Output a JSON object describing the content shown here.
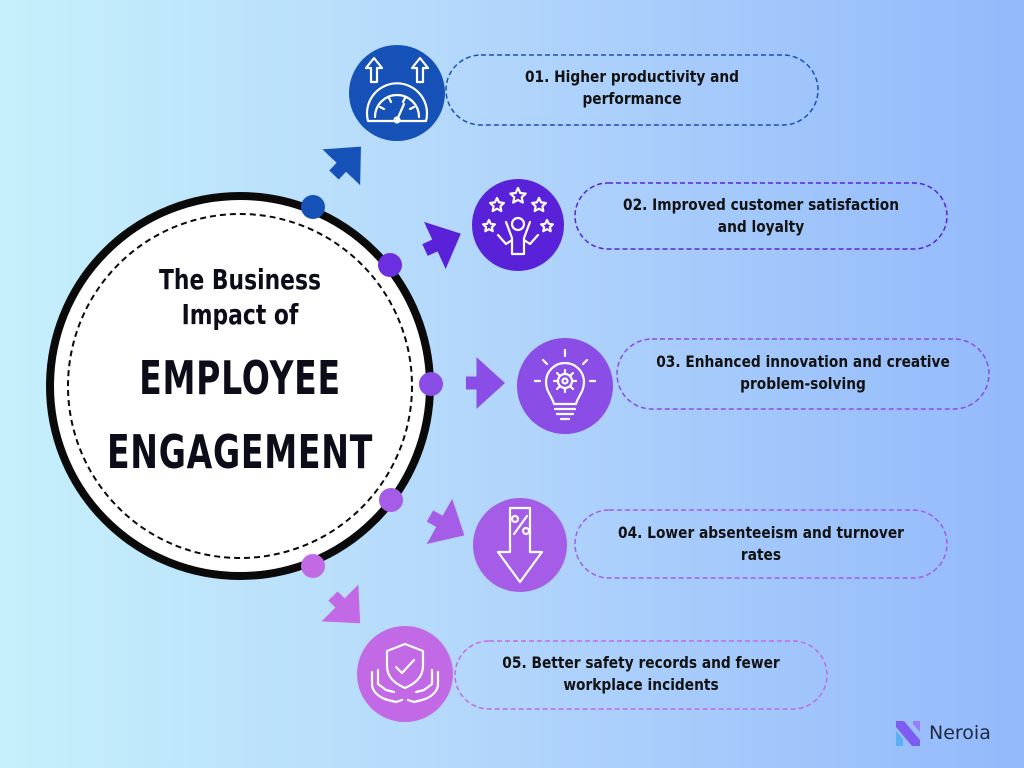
{
  "title": {
    "line1": "The Business",
    "line2": "Impact of",
    "line3": "EMPLOYEE",
    "line4": "ENGAGEMENT"
  },
  "items": [
    {
      "label_line1": "01. Higher productivity and",
      "label_line2": "performance",
      "icon": "speedometer-arrows-up-icon",
      "color": "#1651b8"
    },
    {
      "label_line1": "02. Improved customer satisfaction",
      "label_line2": "and loyalty",
      "icon": "person-with-stars-icon",
      "color": "#5a22d8"
    },
    {
      "label_line1": "03. Enhanced innovation and creative",
      "label_line2": "problem-solving",
      "icon": "lightbulb-gear-icon",
      "color": "#8a4de6"
    },
    {
      "label_line1": "04. Lower absenteeism and turnover",
      "label_line2": "rates",
      "icon": "percent-arrow-down-icon",
      "color": "#a55ce6"
    },
    {
      "label_line1": "05. Better safety records and fewer",
      "label_line2": "workplace incidents",
      "icon": "shield-hands-icon",
      "color": "#c26ae6"
    }
  ],
  "brand": {
    "name": "Neroia",
    "logo": "neroia-logo-icon"
  },
  "colors": {
    "ring": "#0a0a0a",
    "background_left": "#c6f0fb",
    "background_right": "#93b9fb"
  }
}
